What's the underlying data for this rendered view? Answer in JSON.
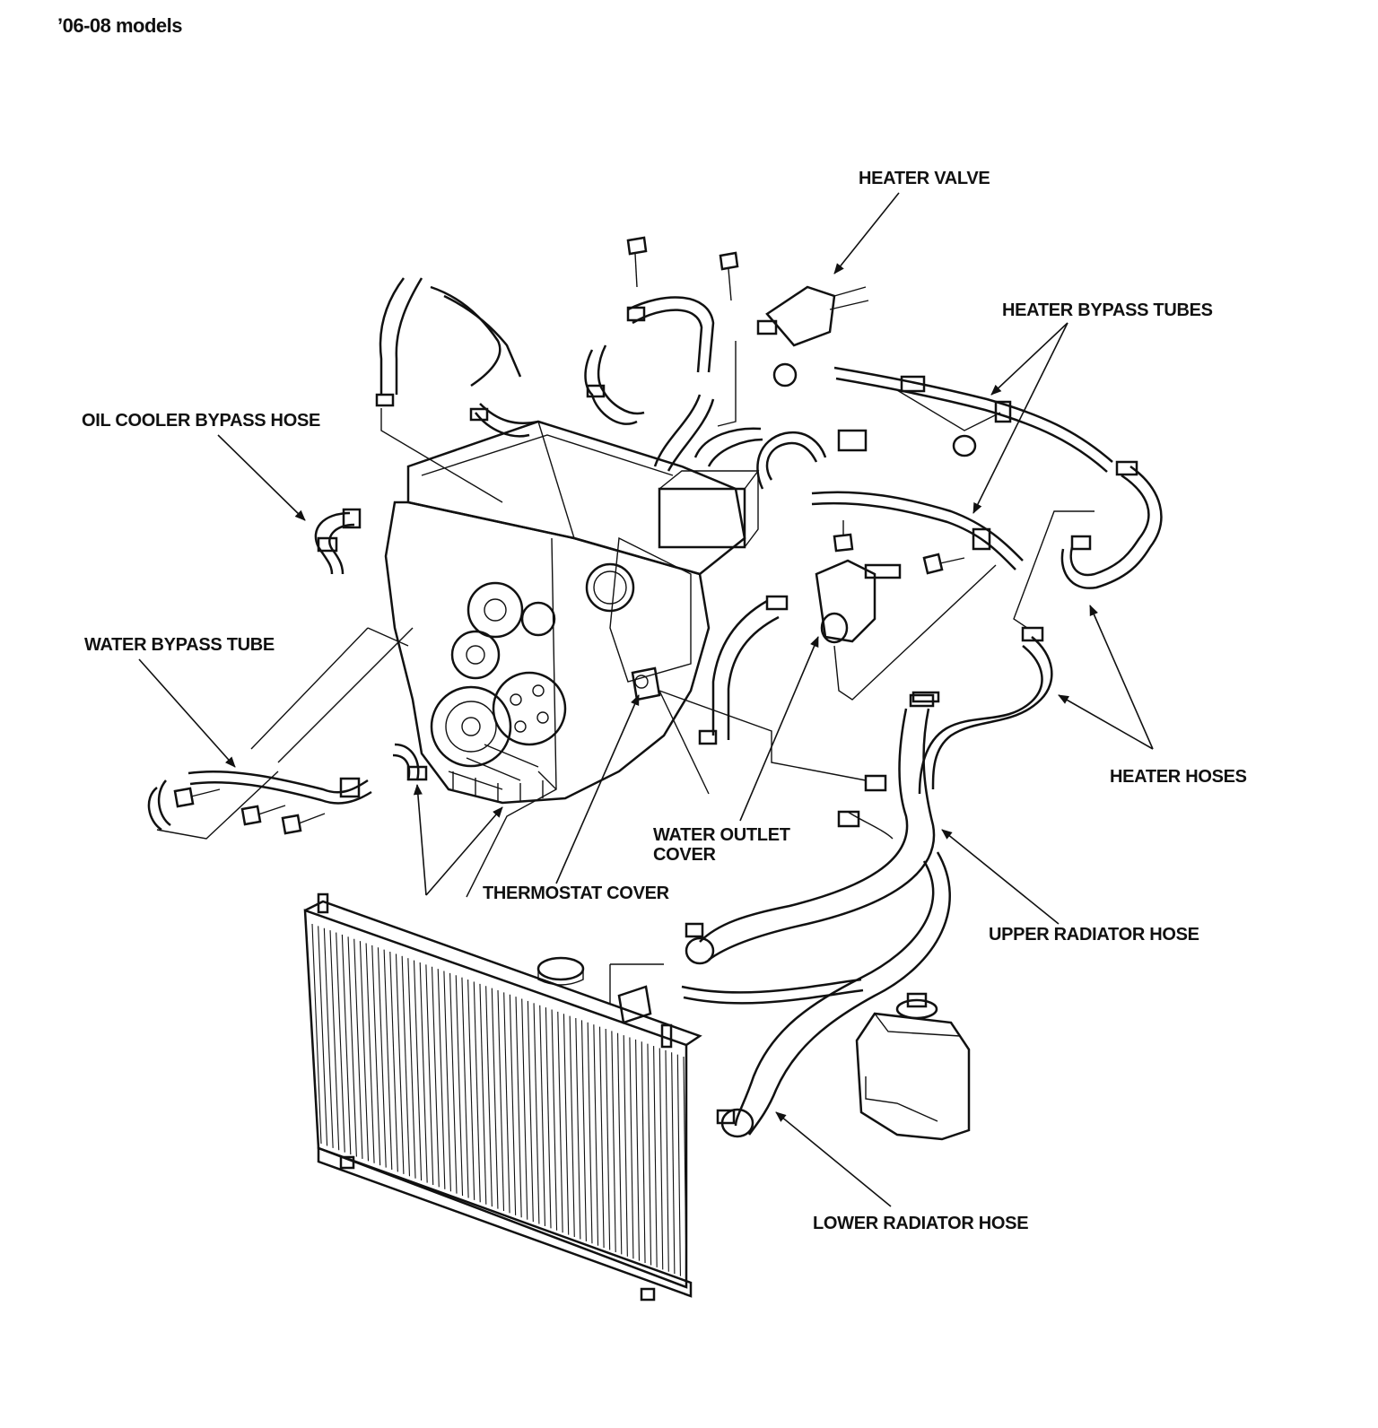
{
  "header": {
    "title": "’06-08 models"
  },
  "labels": {
    "heater_valve": "HEATER VALVE",
    "heater_bypass_tubes": "HEATER BYPASS TUBES",
    "oil_cooler_bypass_hose": "OIL COOLER BYPASS HOSE",
    "water_bypass_tube": "WATER BYPASS TUBE",
    "heater_hoses": "HEATER HOSES",
    "water_outlet_cover_line1": "WATER OUTLET",
    "water_outlet_cover_line2": "COVER",
    "thermostat_cover": "THERMOSTAT COVER",
    "upper_radiator_hose": "UPPER RADIATOR HOSE",
    "lower_radiator_hose": "LOWER RADIATOR HOSE"
  }
}
